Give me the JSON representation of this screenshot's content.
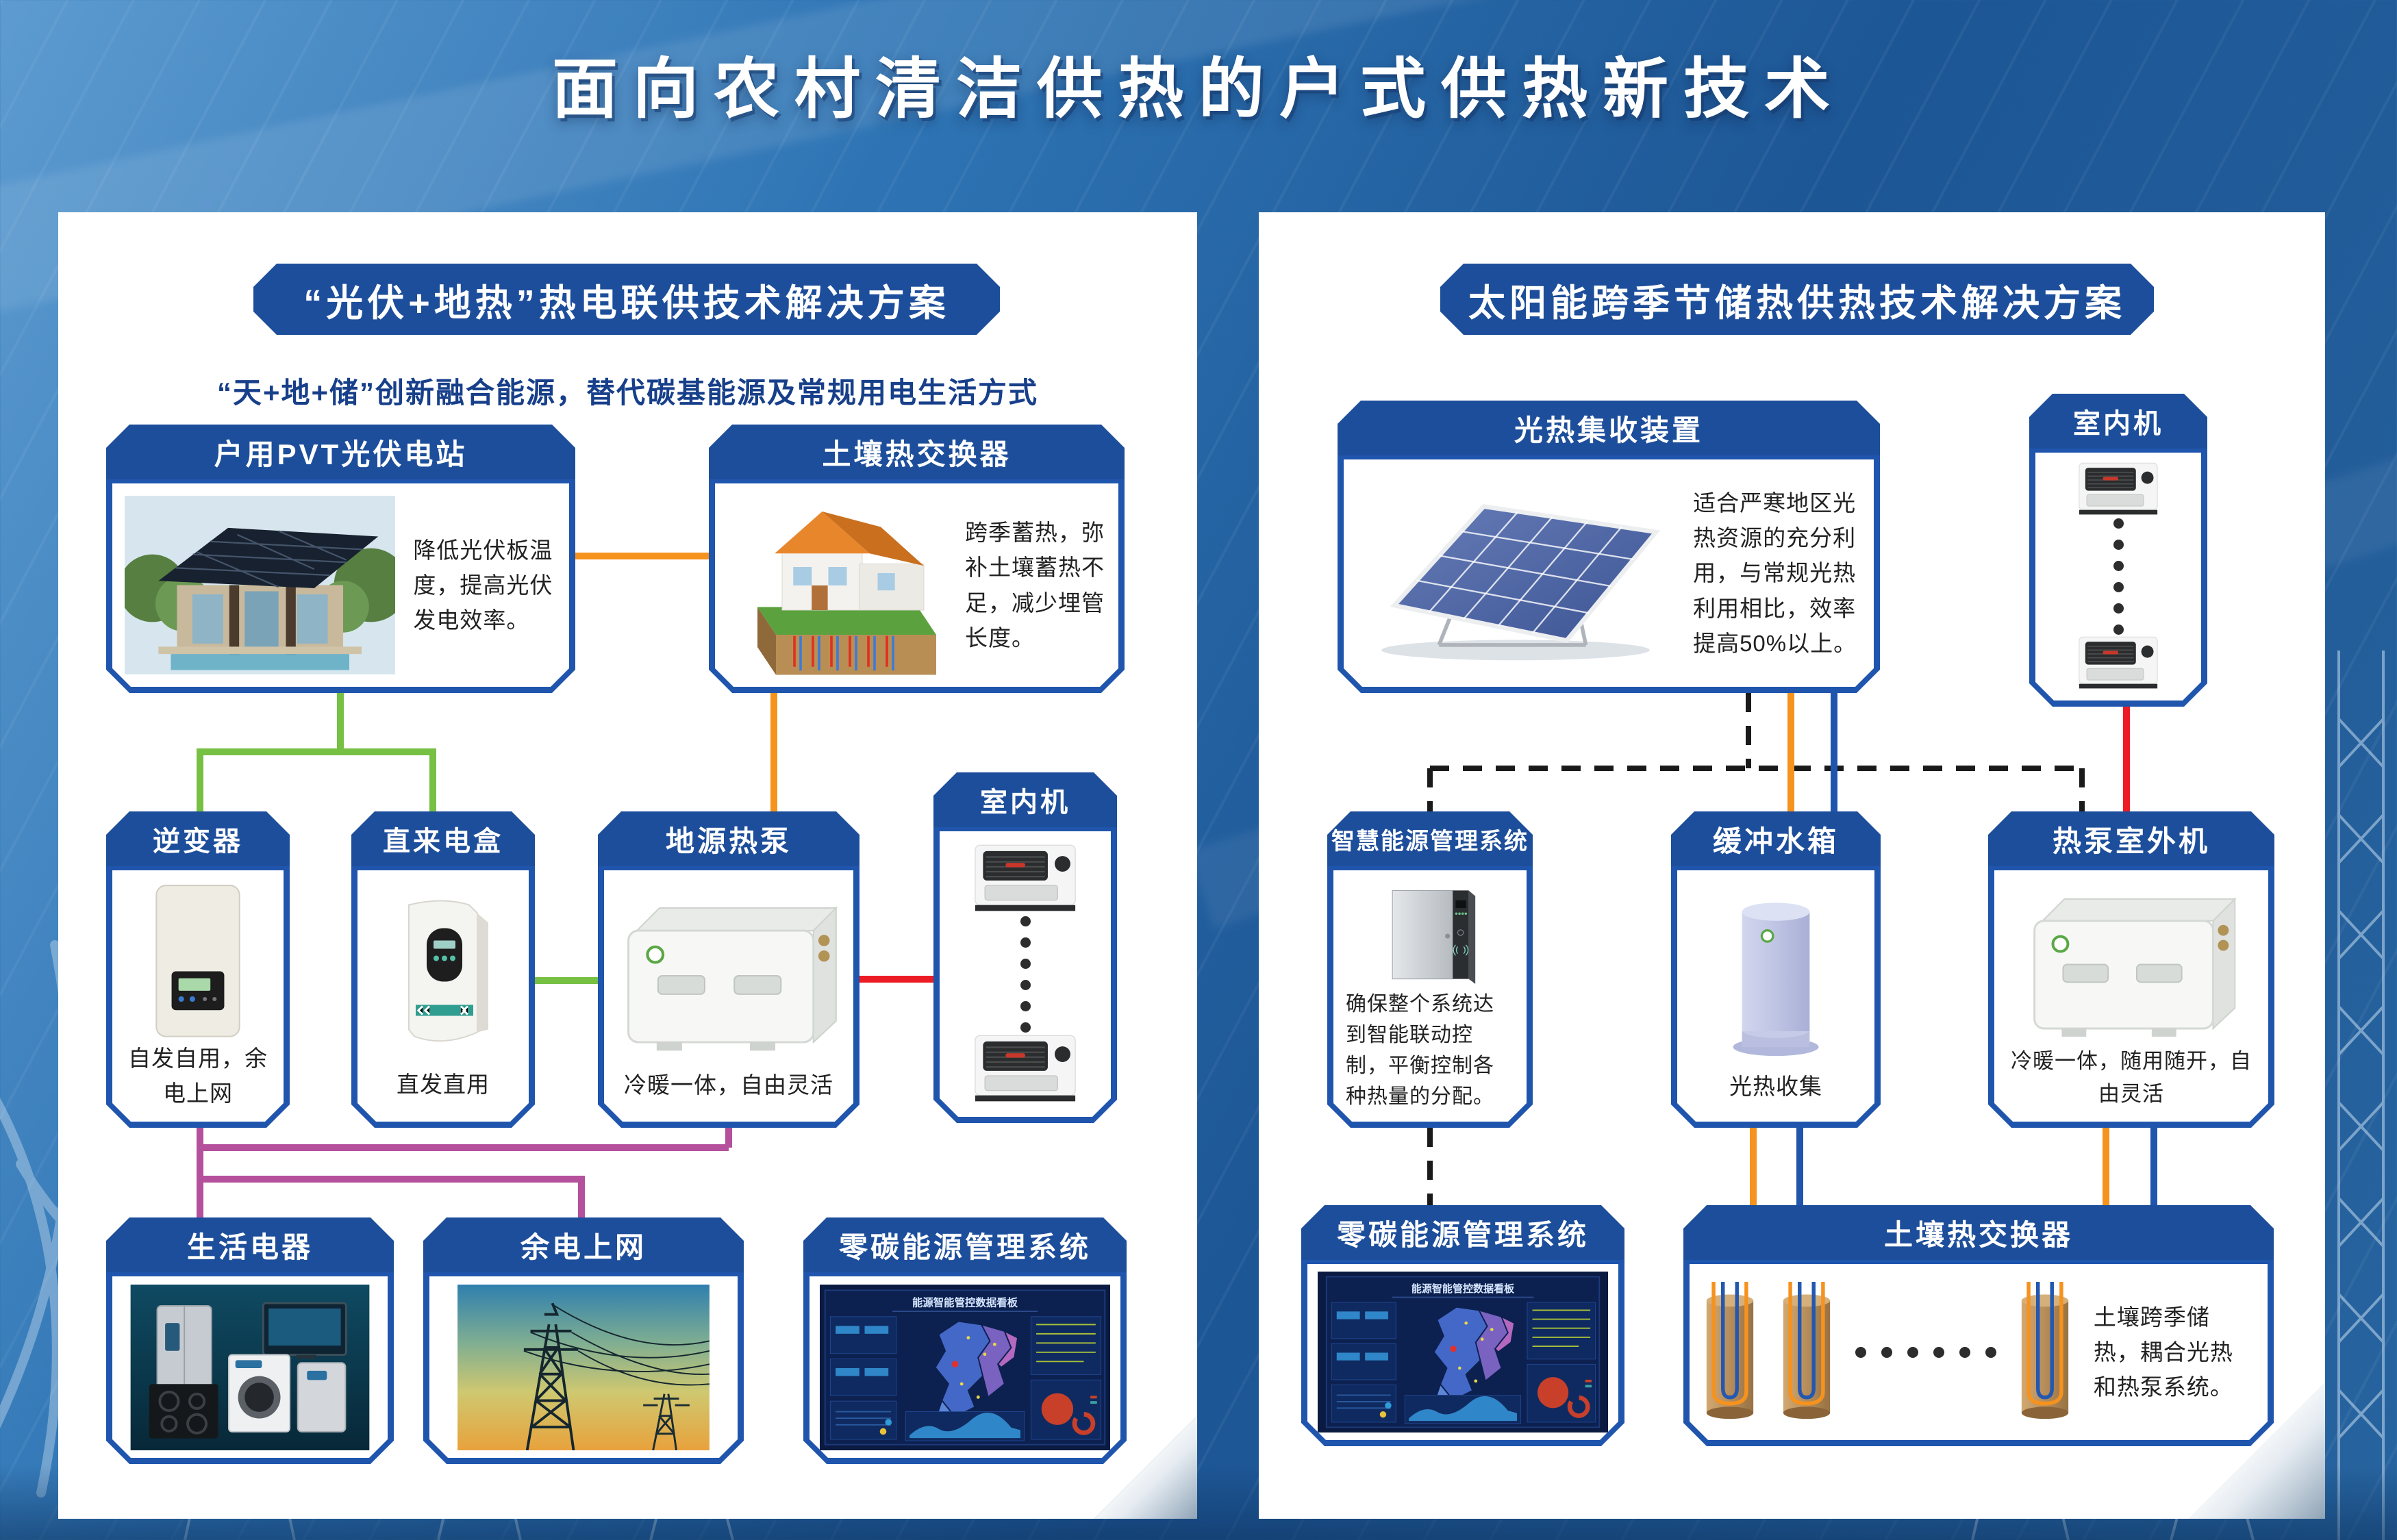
{
  "title": "面向农村清洁供热的户式供热新技术",
  "left": {
    "header": "“光伏+地热”热电联供技术解决方案",
    "subtitle": "“天+地+储”创新融合能源，替代碳基能源及常规用电生活方式",
    "boxes": {
      "pvt": {
        "title": "户用PVT光伏电站",
        "caption": "降低光伏板温度，提高光伏发电效率。"
      },
      "soil": {
        "title": "土壤热交换器",
        "caption": "跨季蓄热，弥补土壤蓄热不足，减少埋管长度。"
      },
      "inverter": {
        "title": "逆变器",
        "caption": "自发自用，余电上网"
      },
      "direct": {
        "title": "直来电盒",
        "caption": "直发直用"
      },
      "gshp": {
        "title": "地源热泵",
        "caption": "冷暖一体，自由灵活"
      },
      "indoor": {
        "title": "室内机"
      },
      "appliances": {
        "title": "生活电器"
      },
      "grid": {
        "title": "余电上网"
      },
      "zero_carbon": {
        "title": "零碳能源管理系统",
        "screen_title": "能源智能管控数据看板"
      }
    }
  },
  "right": {
    "header": "太阳能跨季节储热供热技术解决方案",
    "boxes": {
      "collector": {
        "title": "光热集收装置",
        "caption": "适合严寒地区光热资源的充分利用，与常规光热利用相比，效率提高50%以上。"
      },
      "indoor": {
        "title": "室内机"
      },
      "smart": {
        "title": "智慧能源管理系统",
        "caption": "确保整个系统达到智能联动控制，平衡控制各种热量的分配。"
      },
      "buffer": {
        "title": "缓冲水箱",
        "caption": "光热收集"
      },
      "hp_outdoor": {
        "title": "热泵室外机",
        "caption": "冷暖一体，随用随开，自由灵活"
      },
      "zero_carbon": {
        "title": "零碳能源管理系统",
        "screen_title": "能源智能管控数据看板"
      },
      "soil": {
        "title": "土壤热交换器",
        "caption": "土壤跨季储热，耦合光热和热泵系统。"
      }
    }
  },
  "colors": {
    "background_blue": "#2e74b4",
    "panel_white": "#ffffff",
    "header_blue": "#1d4e9b",
    "border_blue": "#1f55ad",
    "line_green": "#76c043",
    "line_orange": "#f6921e",
    "line_red": "#ed1c24",
    "line_purple": "#b5509c",
    "line_blue": "#1f55ad",
    "line_dashed_black": "#1a1a1a"
  }
}
